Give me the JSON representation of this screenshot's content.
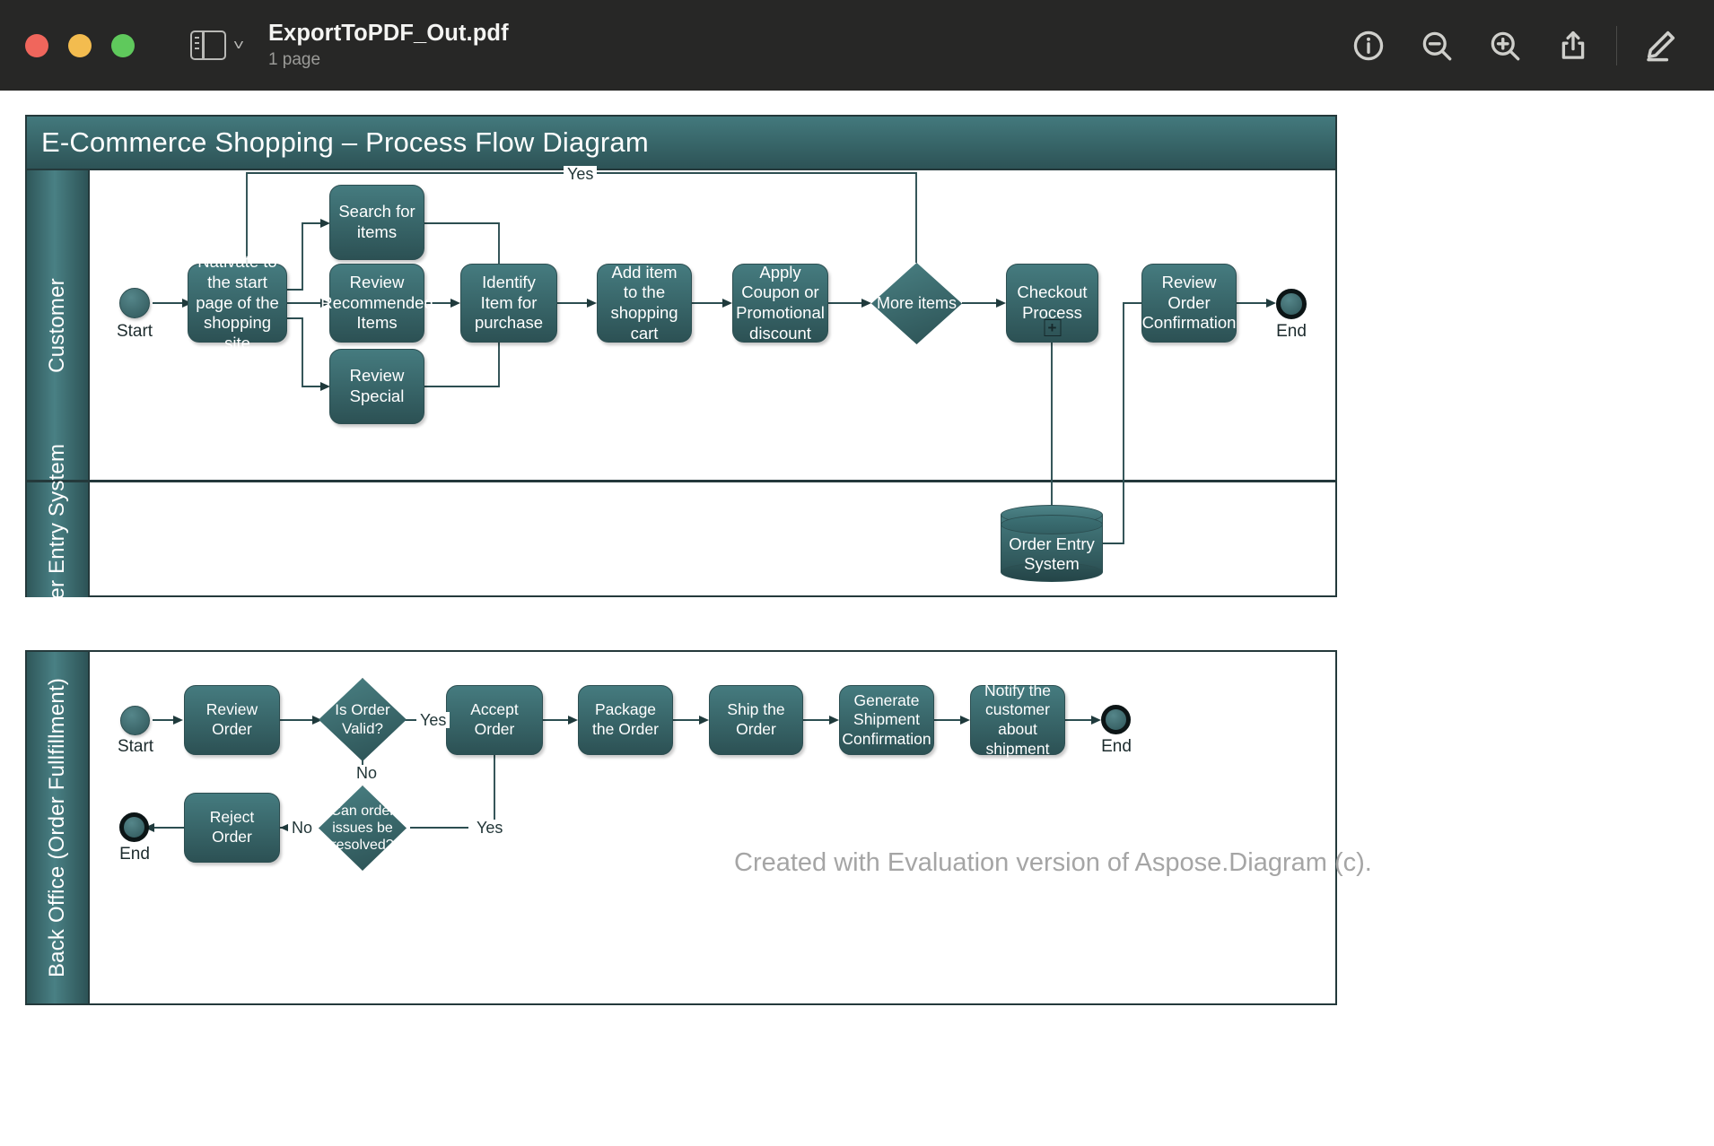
{
  "window": {
    "title": "ExportToPDF_Out.pdf",
    "subtitle": "1 page",
    "traffic_lights": [
      "close",
      "minimize",
      "zoom"
    ],
    "toolbar": [
      {
        "name": "info-icon",
        "label": "Info"
      },
      {
        "name": "zoom-out-icon",
        "label": "Zoom Out"
      },
      {
        "name": "zoom-in-icon",
        "label": "Zoom In"
      },
      {
        "name": "share-icon",
        "label": "Share"
      },
      {
        "name": "markup-icon",
        "label": "Markup"
      }
    ],
    "sidebar_toggle": "sidebar-icon"
  },
  "document": {
    "pool_title": "E-Commerce Shopping – Process Flow Diagram",
    "watermark": "Created with Evaluation version of Aspose.Diagram (c).",
    "lanes": [
      {
        "id": "customer",
        "label": "Customer"
      },
      {
        "id": "order-entry-system",
        "label": "Order Entry System"
      },
      {
        "id": "back-office",
        "label": "Back Office (Order Fullfillment)"
      }
    ],
    "nodes": {
      "customer_start": "Start",
      "navigate": "Nativate to the start page of the shopping site",
      "search_items": "Search for items",
      "review_recommended": "Review Recommended Items",
      "review_special": "Review Special",
      "identify_item": "Identify Item for purchase",
      "add_to_cart": "Add item to the shopping cart",
      "apply_coupon": "Apply Coupon or Promotional discount",
      "more_items": "More items",
      "checkout": "Checkout Process",
      "review_confirmation": "Review Order Confirmation",
      "customer_end": "End",
      "order_entry_store": "Order Entry System",
      "bo_start": "Start",
      "review_order": "Review Order",
      "is_order_valid": "Is Order Valid?",
      "accept_order": "Accept Order",
      "package_order": "Package the Order",
      "ship_order": "Ship the Order",
      "generate_shipment": "Generate Shipment Confirmation",
      "notify_customer": "Notify the customer about shipment",
      "can_resolve": "Can order issues be resolved?",
      "reject_order": "Reject Order",
      "bo_end": "End"
    },
    "edge_labels": {
      "more_items_yes": "Yes",
      "valid_yes": "Yes",
      "valid_no": "No",
      "resolve_yes": "Yes",
      "resolve_no": "No"
    }
  },
  "colors": {
    "chrome": "#272726",
    "shape_top": "#457b7f",
    "shape_bottom": "#2c5154",
    "border": "#24393b",
    "text_on_shape": "#ffffff",
    "watermark": "#a5a5a5"
  }
}
